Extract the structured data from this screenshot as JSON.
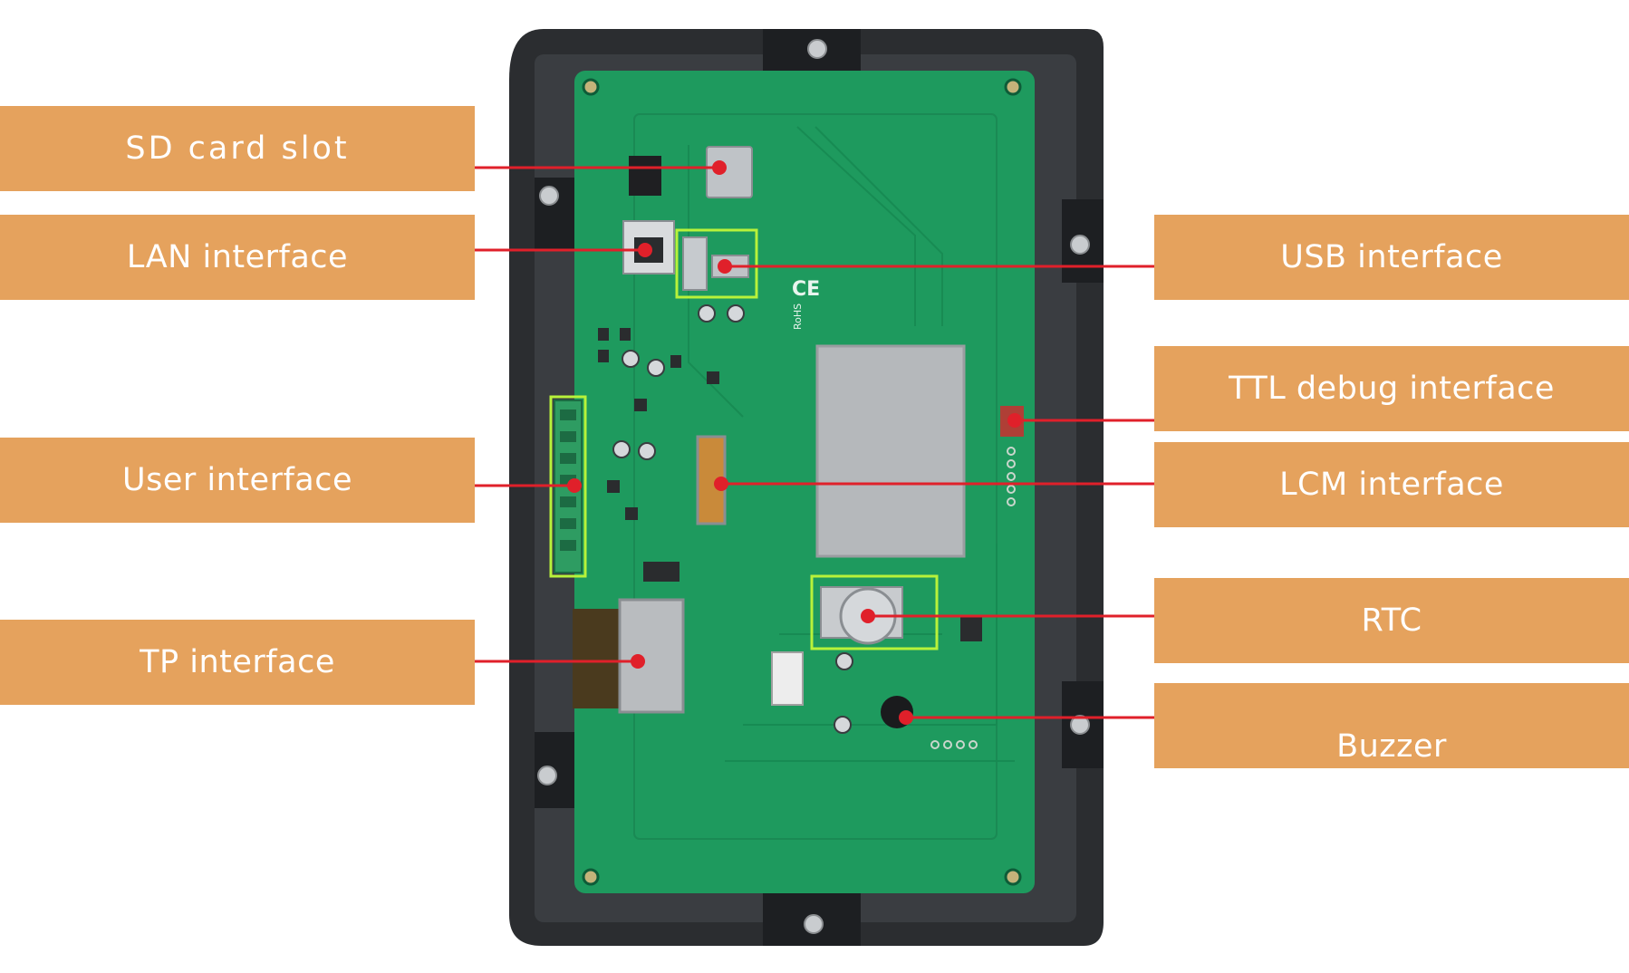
{
  "colors": {
    "label_bg": "#E5A25D",
    "label_text": "#FFFFFF",
    "leader_line": "#E0202A",
    "highlight_box": "#B8F23A",
    "pcb": "#1E9A5E",
    "housing": "#2B2D30"
  },
  "labels": {
    "sd_card_slot": "SD card slot",
    "lan_interface": "LAN interface",
    "user_interface": "User interface",
    "tp_interface": "TP interface",
    "usb_interface": "USB interface",
    "ttl_debug_interface": "TTL debug interface",
    "lcm_interface": "LCM interface",
    "rtc": "RTC",
    "buzzer": "Buzzer"
  },
  "board_markings": {
    "ce": "CE",
    "rohs": "RoHS"
  }
}
